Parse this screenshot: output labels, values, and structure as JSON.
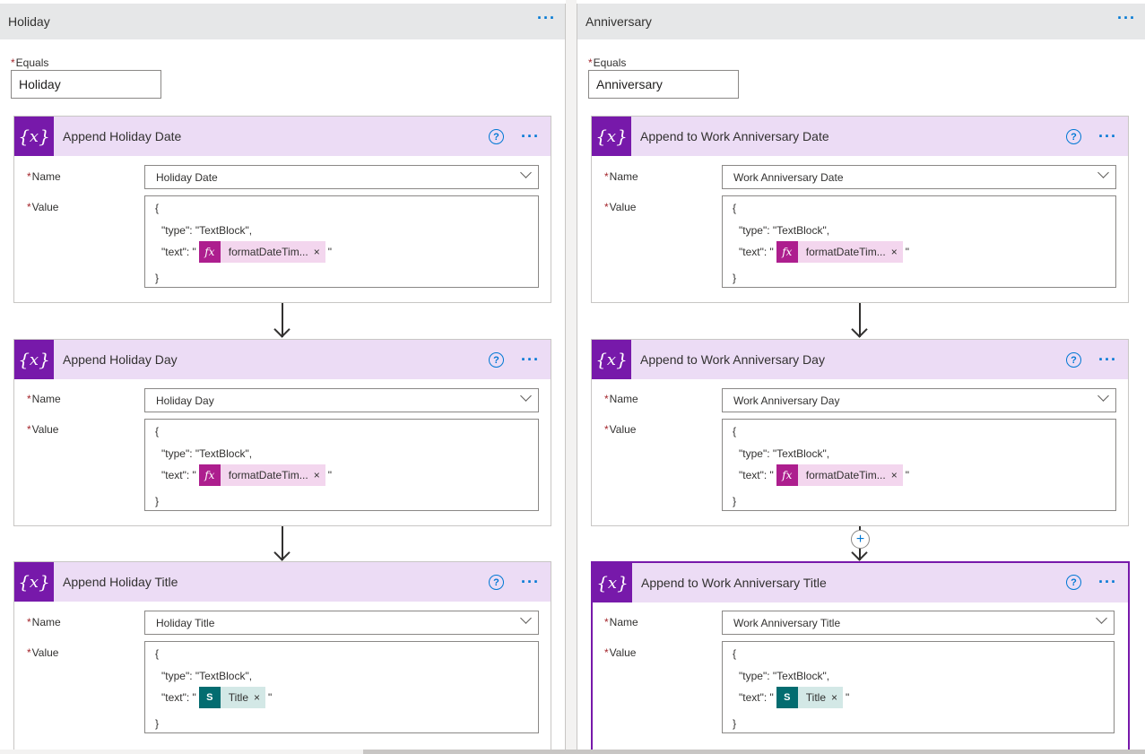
{
  "columns": [
    {
      "title": "Holiday",
      "equals_label": "Equals",
      "equals_value": "Holiday",
      "cards": [
        {
          "title": "Append Holiday Date",
          "name_label": "Name",
          "name_value": "Holiday Date",
          "value_label": "Value",
          "open": "{",
          "type_line": "\"type\": \"TextBlock\",",
          "text_prefix": "\"text\": \"",
          "token_kind": "expression",
          "token_icon": "fx",
          "token_text": "formatDateTim...",
          "token_close": "×",
          "quote": "\"",
          "close": "}"
        },
        {
          "title": "Append Holiday Day",
          "name_label": "Name",
          "name_value": "Holiday Day",
          "value_label": "Value",
          "open": "{",
          "type_line": "\"type\": \"TextBlock\",",
          "text_prefix": "\"text\": \"",
          "token_kind": "expression",
          "token_icon": "fx",
          "token_text": "formatDateTim...",
          "token_close": "×",
          "quote": "\"",
          "close": "}"
        },
        {
          "title": "Append Holiday Title",
          "name_label": "Name",
          "name_value": "Holiday Title",
          "value_label": "Value",
          "open": "{",
          "type_line": "\"type\": \"TextBlock\",",
          "text_prefix": "\"text\": \"",
          "token_kind": "sharepoint",
          "token_icon": "S",
          "token_text": "Title",
          "token_close": "×",
          "quote": "\"",
          "close": "}"
        }
      ]
    },
    {
      "title": "Anniversary",
      "equals_label": "Equals",
      "equals_value": "Anniversary",
      "cards": [
        {
          "title": "Append to Work Anniversary Date",
          "name_label": "Name",
          "name_value": "Work Anniversary Date",
          "value_label": "Value",
          "open": "{",
          "type_line": "\"type\": \"TextBlock\",",
          "text_prefix": "\"text\": \"",
          "token_kind": "expression",
          "token_icon": "fx",
          "token_text": "formatDateTim...",
          "token_close": "×",
          "quote": "\"",
          "close": "}"
        },
        {
          "title": "Append to Work Anniversary Day",
          "name_label": "Name",
          "name_value": "Work Anniversary Day",
          "value_label": "Value",
          "open": "{",
          "type_line": "\"type\": \"TextBlock\",",
          "text_prefix": "\"text\": \"",
          "token_kind": "expression",
          "token_icon": "fx",
          "token_text": "formatDateTim...",
          "token_close": "×",
          "quote": "\"",
          "close": "}"
        },
        {
          "title": "Append to Work Anniversary Title",
          "name_label": "Name",
          "name_value": "Work Anniversary Title",
          "value_label": "Value",
          "open": "{",
          "type_line": "\"type\": \"TextBlock\",",
          "text_prefix": "\"text\": \"",
          "token_kind": "sharepoint",
          "token_icon": "S",
          "token_text": "Title",
          "token_close": "×",
          "quote": "\"",
          "close": "}"
        }
      ]
    }
  ],
  "icons": {
    "more": "more-options-icon",
    "help": "help-icon",
    "variable": "variable-icon",
    "chevron": "chevron-down-icon",
    "add": "add-step-icon"
  },
  "colors": {
    "accent": "#0078d4",
    "variable_action": "#7719aa",
    "variable_action_header": "#ecdcf5",
    "expression_token": "#ad1e8e",
    "sharepoint_token": "#036c70",
    "required": "#a4262c"
  }
}
